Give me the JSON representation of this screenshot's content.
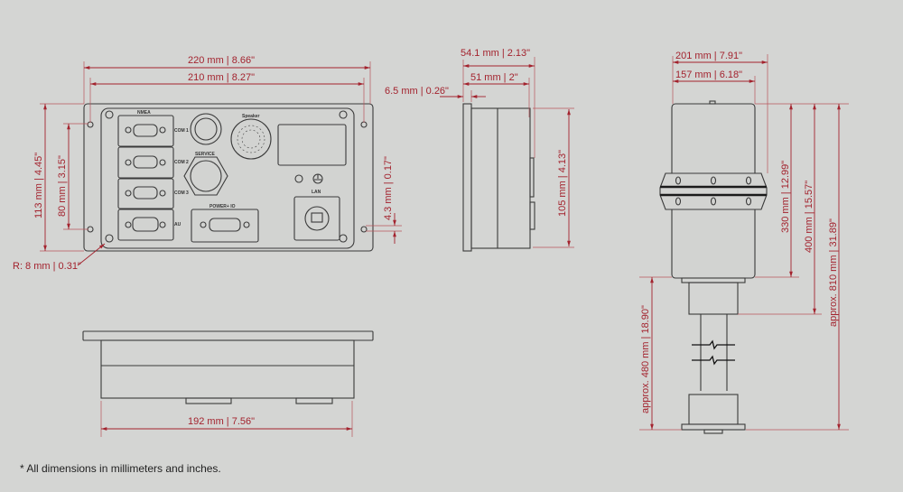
{
  "colors": {
    "background": "#d4d5d3",
    "dimension": "#a3232e",
    "outline": "#3a3a3a"
  },
  "front_view": {
    "labels": {
      "nmea": "NMEA",
      "com1": "COM 1",
      "com2": "COM 2",
      "com3": "COM 3",
      "au": "AU",
      "service": "SERVICE",
      "speaker": "Speaker",
      "power": "POWER+ IO",
      "lan": "LAN"
    },
    "dims": {
      "width_outer": "220  mm | 8.66\"",
      "width_holes": "210  mm | 8.27\"",
      "height_outer": "113  mm | 4.45\"",
      "height_holes": "80  mm | 3.15\"",
      "radius": "R: 8  mm | 0.31\"",
      "hole_offset": "4.3  mm | 0.17\""
    }
  },
  "side_view": {
    "dims": {
      "depth_total": "54.1  mm | 2.13\"",
      "depth_body": "51  mm | 2\"",
      "plate": "6.5  mm | 0.26\"",
      "height_body": "105  mm | 4.13\""
    }
  },
  "bottom_view": {
    "dims": {
      "width_body": "192  mm | 7.56\""
    }
  },
  "antenna_view": {
    "dims": {
      "diameter_ring": "201  mm | 7.91\"",
      "diameter_body": "157  mm | 6.18\"",
      "height_body": "330  mm | 12.99\"",
      "height_neck": "400  mm | 15.57\"",
      "height_total": "approx. 810    mm | 31.89\"",
      "mast": "approx. 480     mm | 18.90\""
    }
  },
  "footnote": "*  All dimensions in millimeters and inches."
}
